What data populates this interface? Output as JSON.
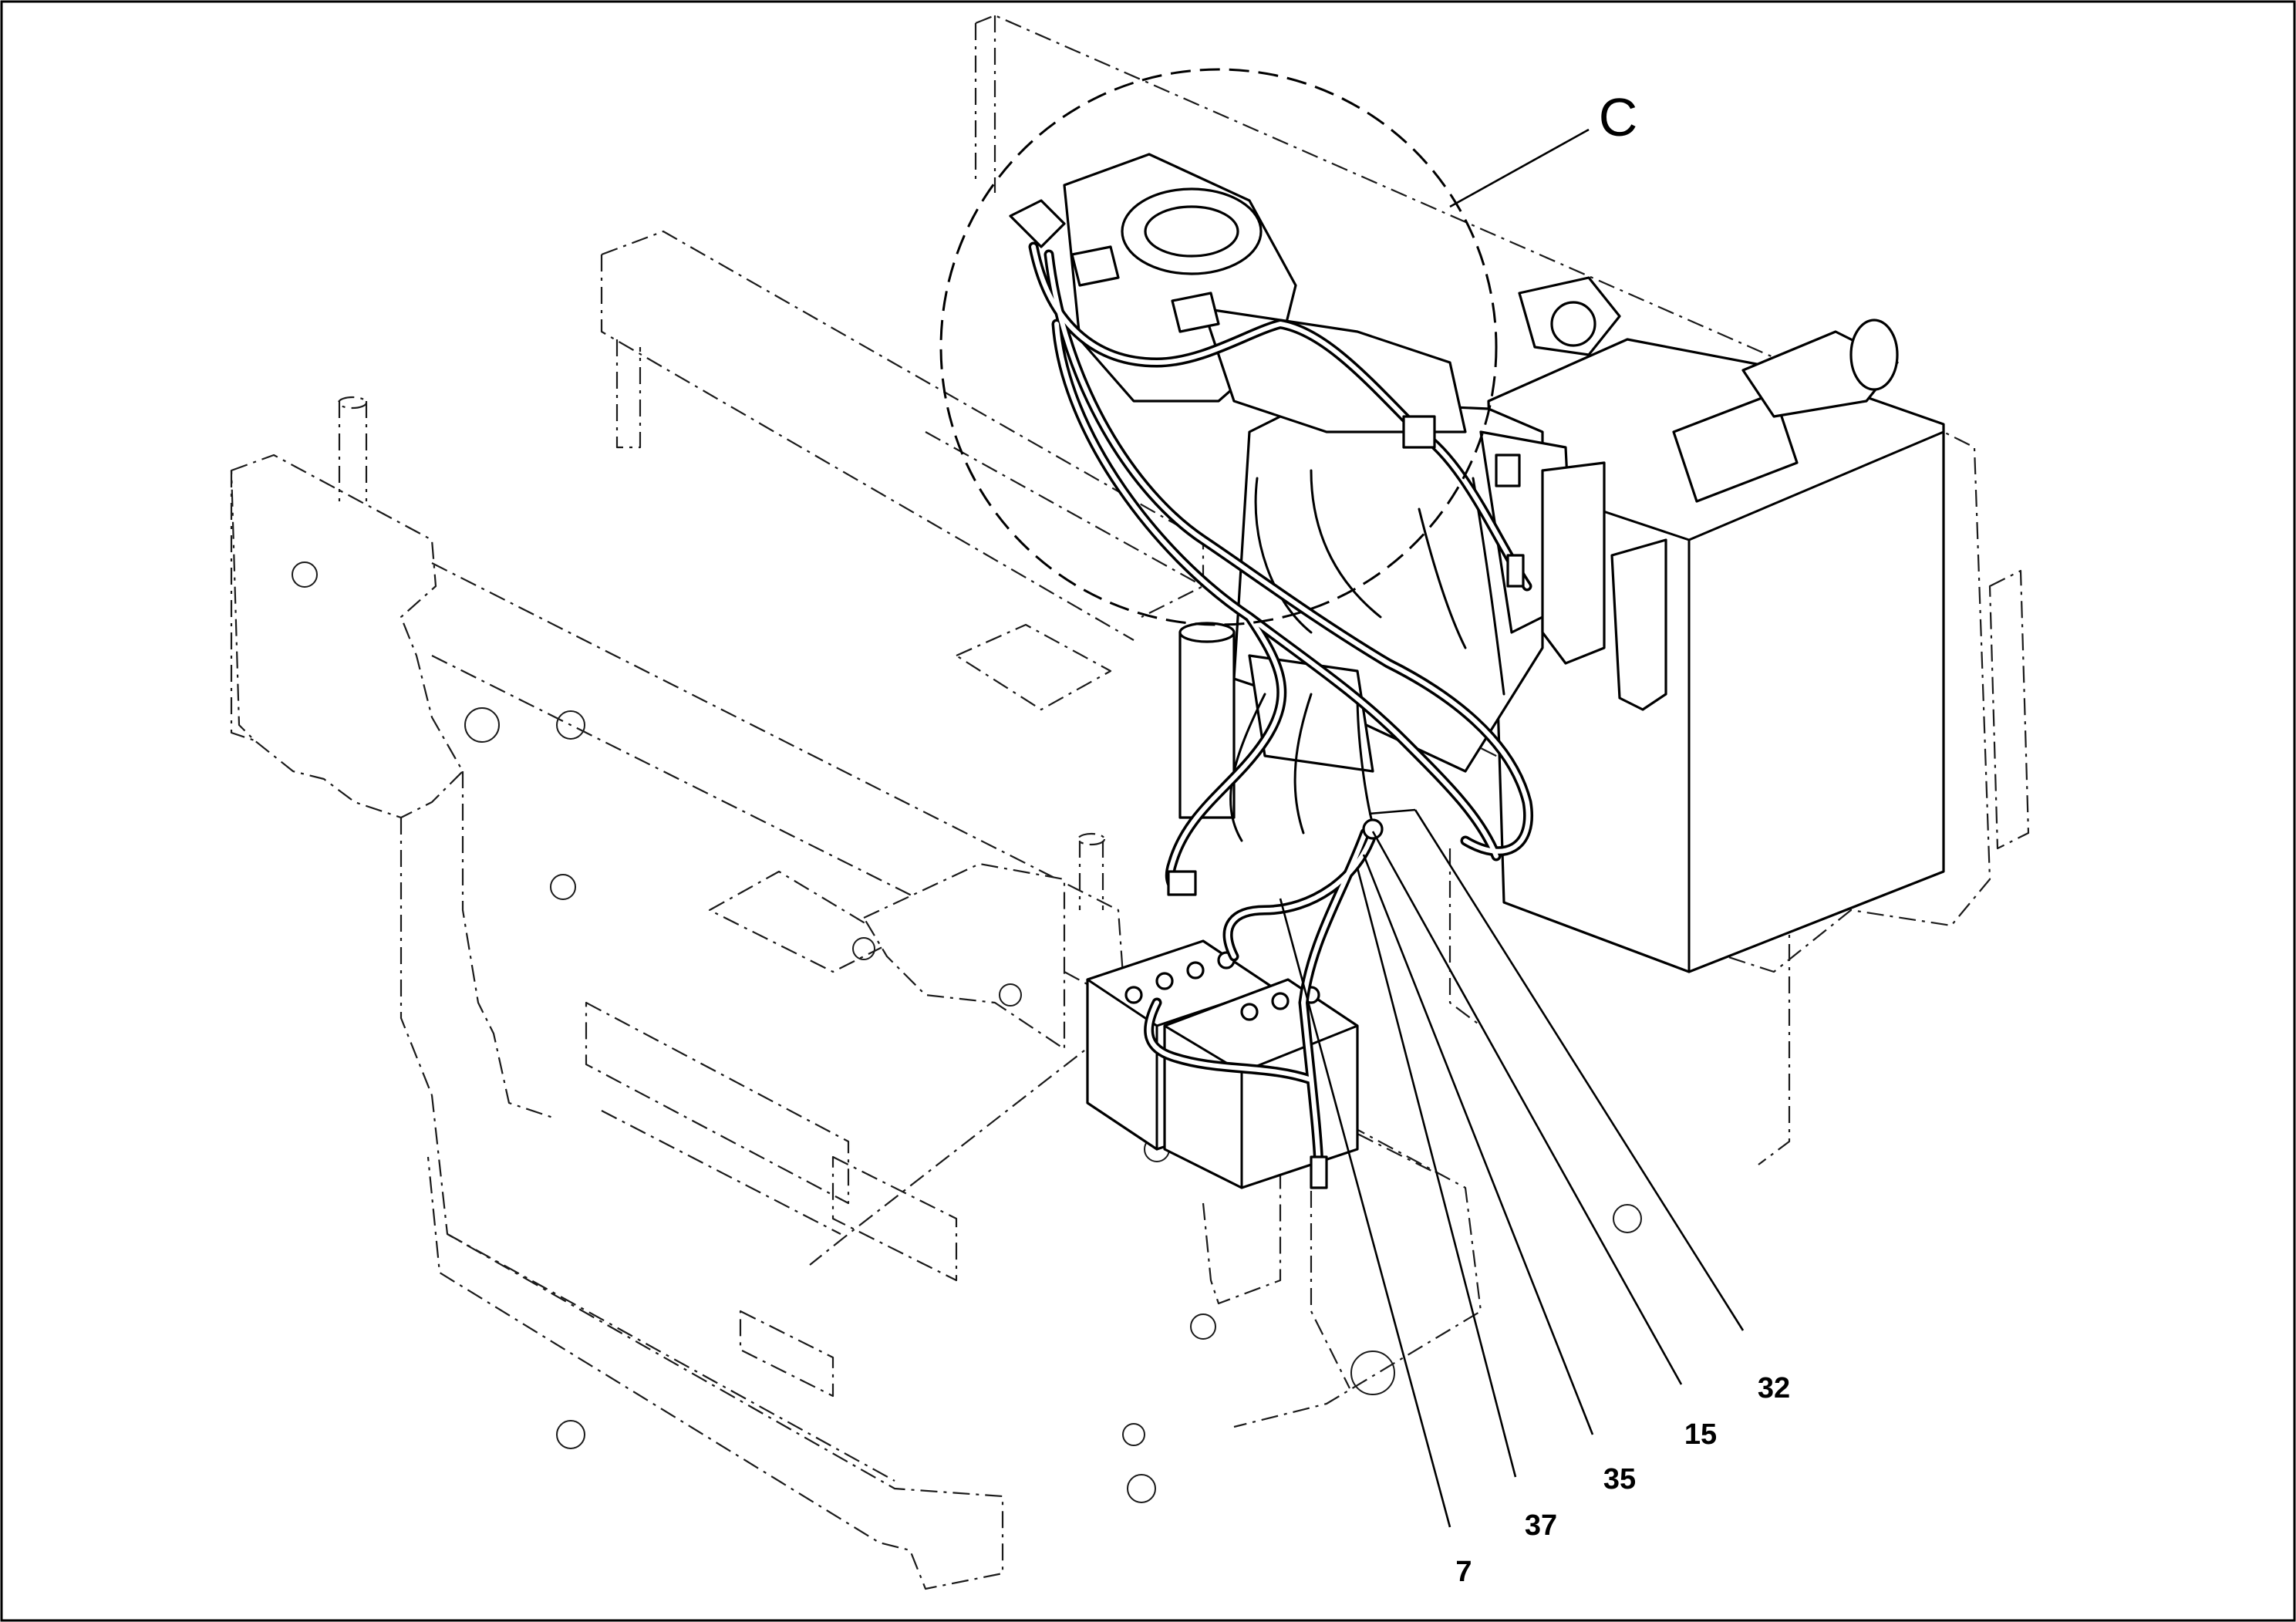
{
  "detail": {
    "label": "C"
  },
  "callouts": [
    {
      "id": "32",
      "text": "32"
    },
    {
      "id": "15",
      "text": "15"
    },
    {
      "id": "35",
      "text": "35"
    },
    {
      "id": "37",
      "text": "37"
    },
    {
      "id": "7",
      "text": "7"
    }
  ],
  "colors": {
    "line": "#000000",
    "background": "#ffffff"
  }
}
